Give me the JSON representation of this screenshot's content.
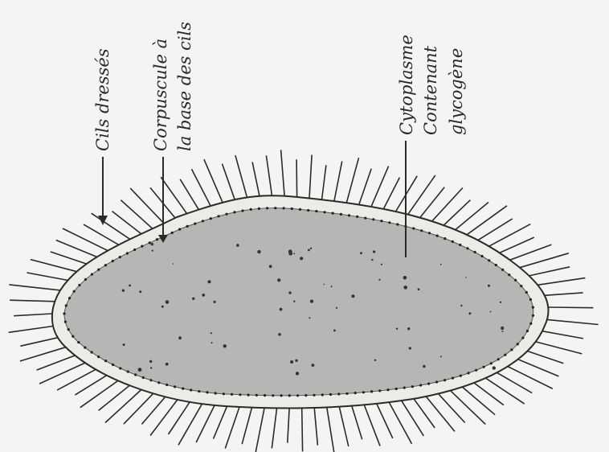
{
  "labels": {
    "cils": "Cils dressés",
    "corpuscule_line1": "Corpuscule à",
    "corpuscule_line2": "la base des cils",
    "cyto_line1": "Cytoplasme",
    "cyto_line2": "Contenant",
    "cyto_line3": "glycogène"
  },
  "colors": {
    "paper": "#f4f4f2",
    "ink": "#2a2a2a",
    "cytoplasm": "#b6b6b4"
  }
}
